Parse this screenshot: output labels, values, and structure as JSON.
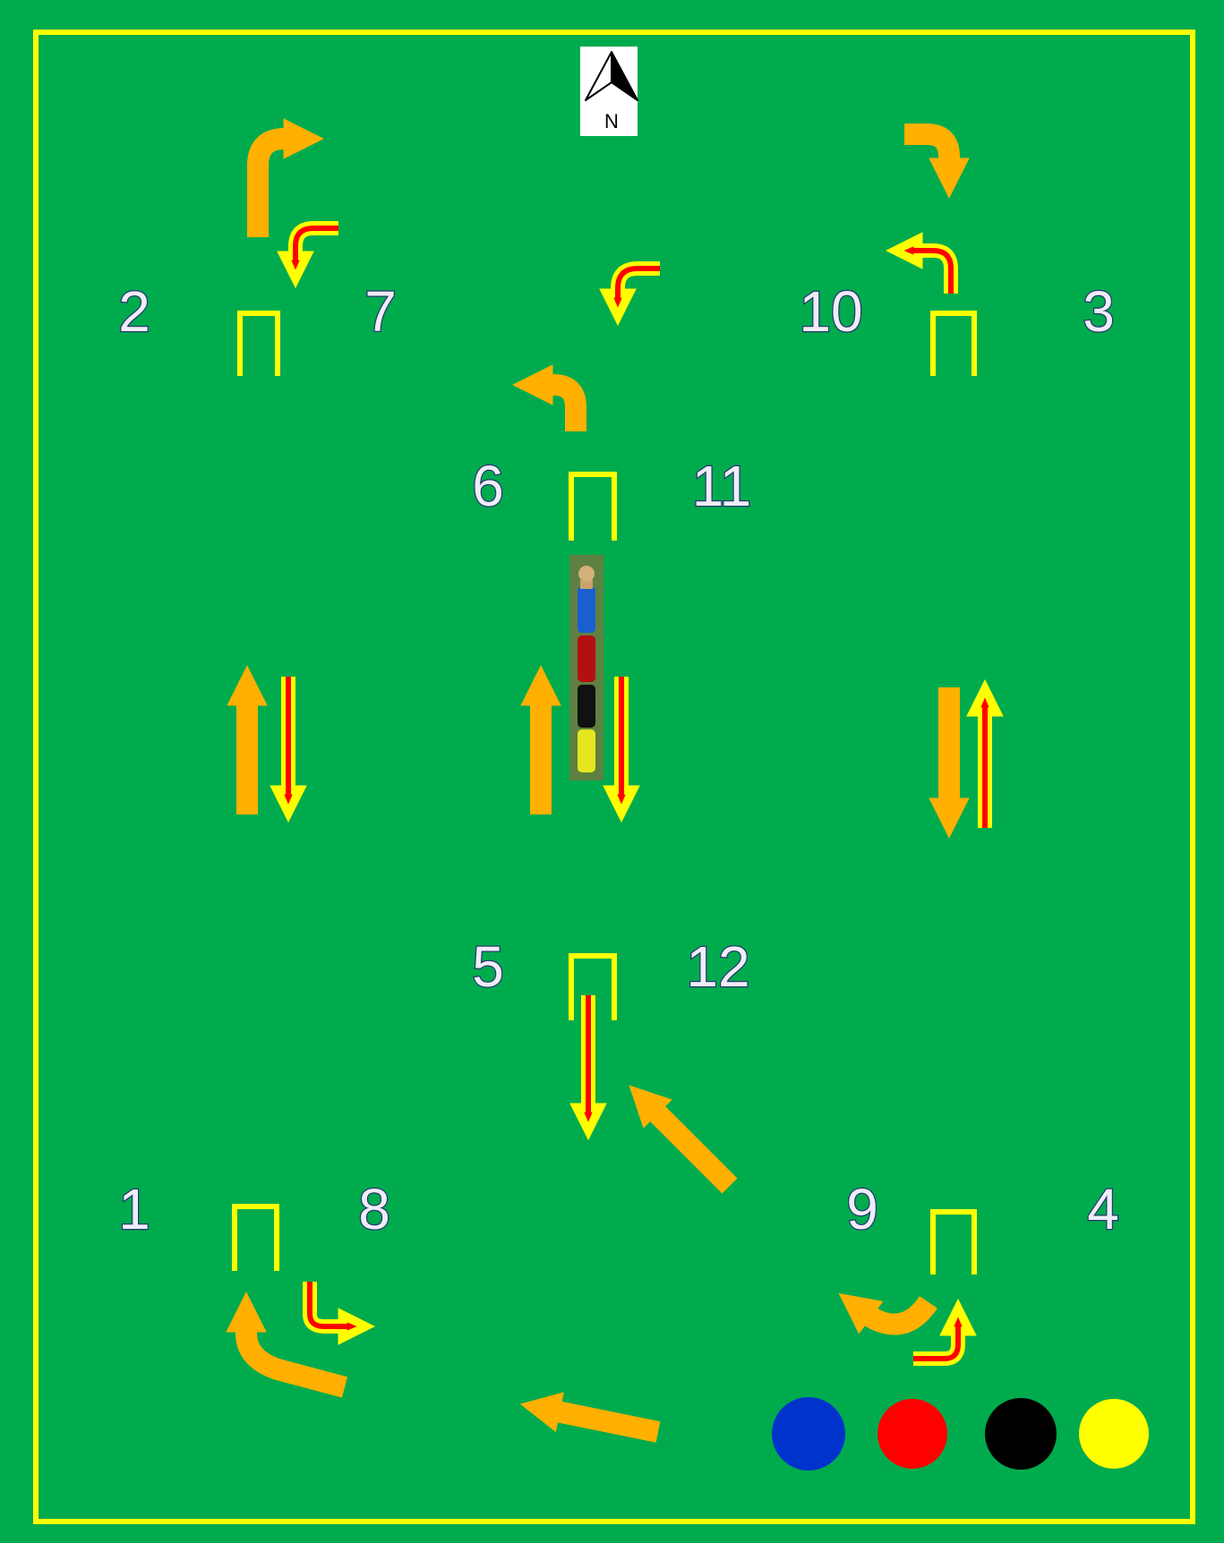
{
  "court": {
    "grass_color": "#00ab4e",
    "boundary_color": "#ffff00",
    "arrow_orange": "#ffb000",
    "arrow_red": "#ff0000"
  },
  "north_arrow": {
    "label": "N",
    "icon": "north-arrow-icon"
  },
  "hoop_numbers": [
    "1",
    "2",
    "3",
    "4",
    "5",
    "6",
    "7",
    "8",
    "9",
    "10",
    "11",
    "12"
  ],
  "balls": [
    {
      "name": "blue",
      "color": "#0033cc"
    },
    {
      "name": "red",
      "color": "#ff0000"
    },
    {
      "name": "black",
      "color": "#000000"
    },
    {
      "name": "yellow",
      "color": "#ffff00"
    }
  ],
  "peg": {
    "icon": "center-peg-icon",
    "bands": [
      "#1a5fcf",
      "#b40f12",
      "#111111",
      "#e6e620"
    ]
  }
}
